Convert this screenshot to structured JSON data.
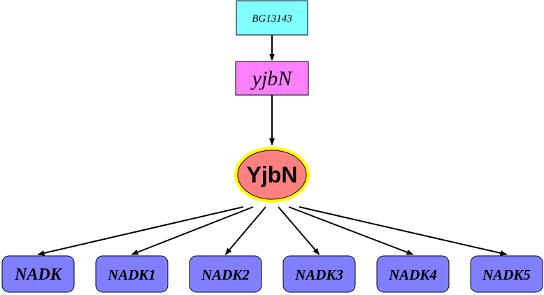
{
  "diagram": {
    "colors": {
      "gene_id_fill": "#80ffff",
      "gene_fill": "#ff80ff",
      "protein_fill": "#ff8080",
      "protein_halo": "#ffff00",
      "target_fill": "#7f7fff",
      "stroke": "#000000"
    },
    "gene_id": "BG13143",
    "gene": "yjbN",
    "protein": "YjbN",
    "targets": [
      "NADK",
      "NADK1",
      "NADK2",
      "NADK3",
      "NADK4",
      "NADK5"
    ]
  }
}
